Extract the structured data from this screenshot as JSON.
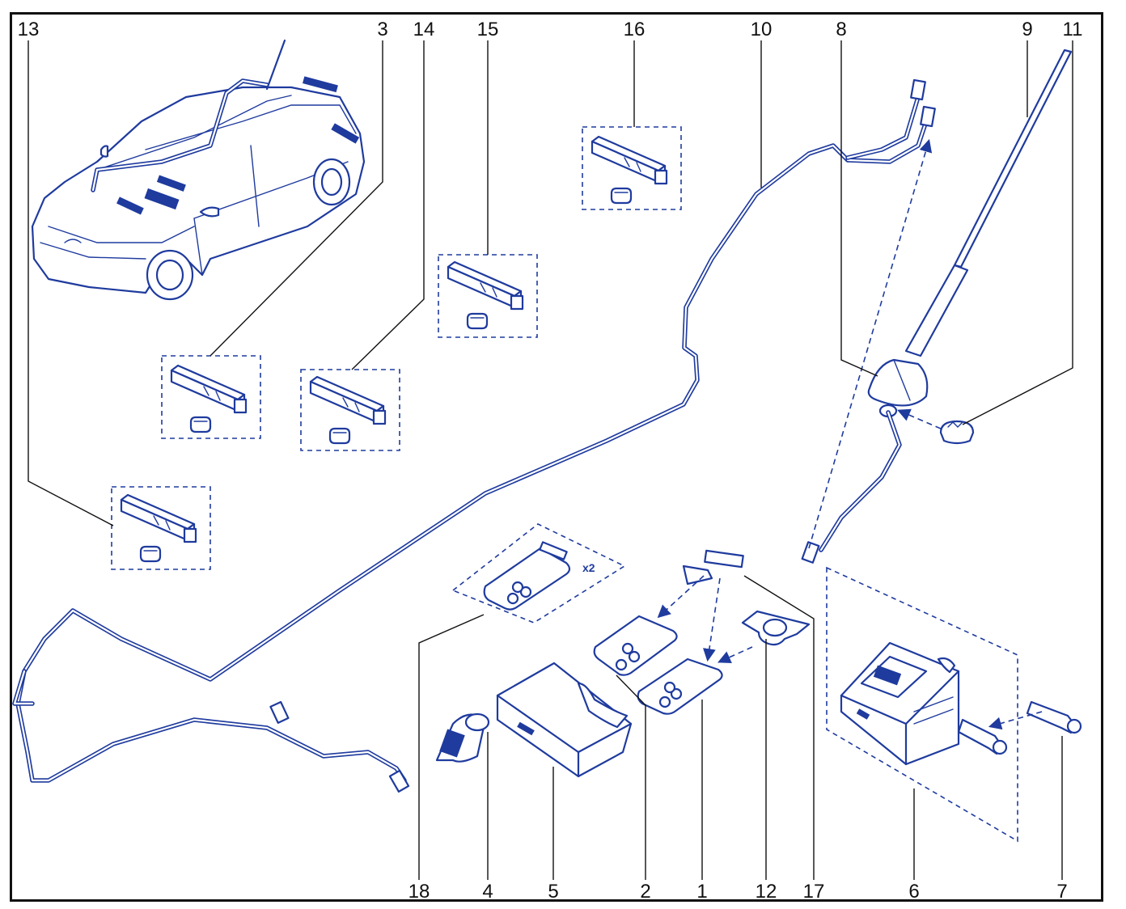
{
  "callouts": {
    "c13": "13",
    "c3": "3",
    "c14": "14",
    "c15": "15",
    "c16": "16",
    "c10": "10",
    "c8": "8",
    "c9": "9",
    "c11": "11",
    "c18": "18",
    "c4": "4",
    "c5": "5",
    "c2": "2",
    "c1": "1",
    "c12": "12",
    "c17": "17",
    "c6": "6",
    "c7": "7"
  },
  "card_multiplier": "x2",
  "colors": {
    "line": "#1f3b9e",
    "frame": "#111111",
    "background": "#ffffff"
  }
}
